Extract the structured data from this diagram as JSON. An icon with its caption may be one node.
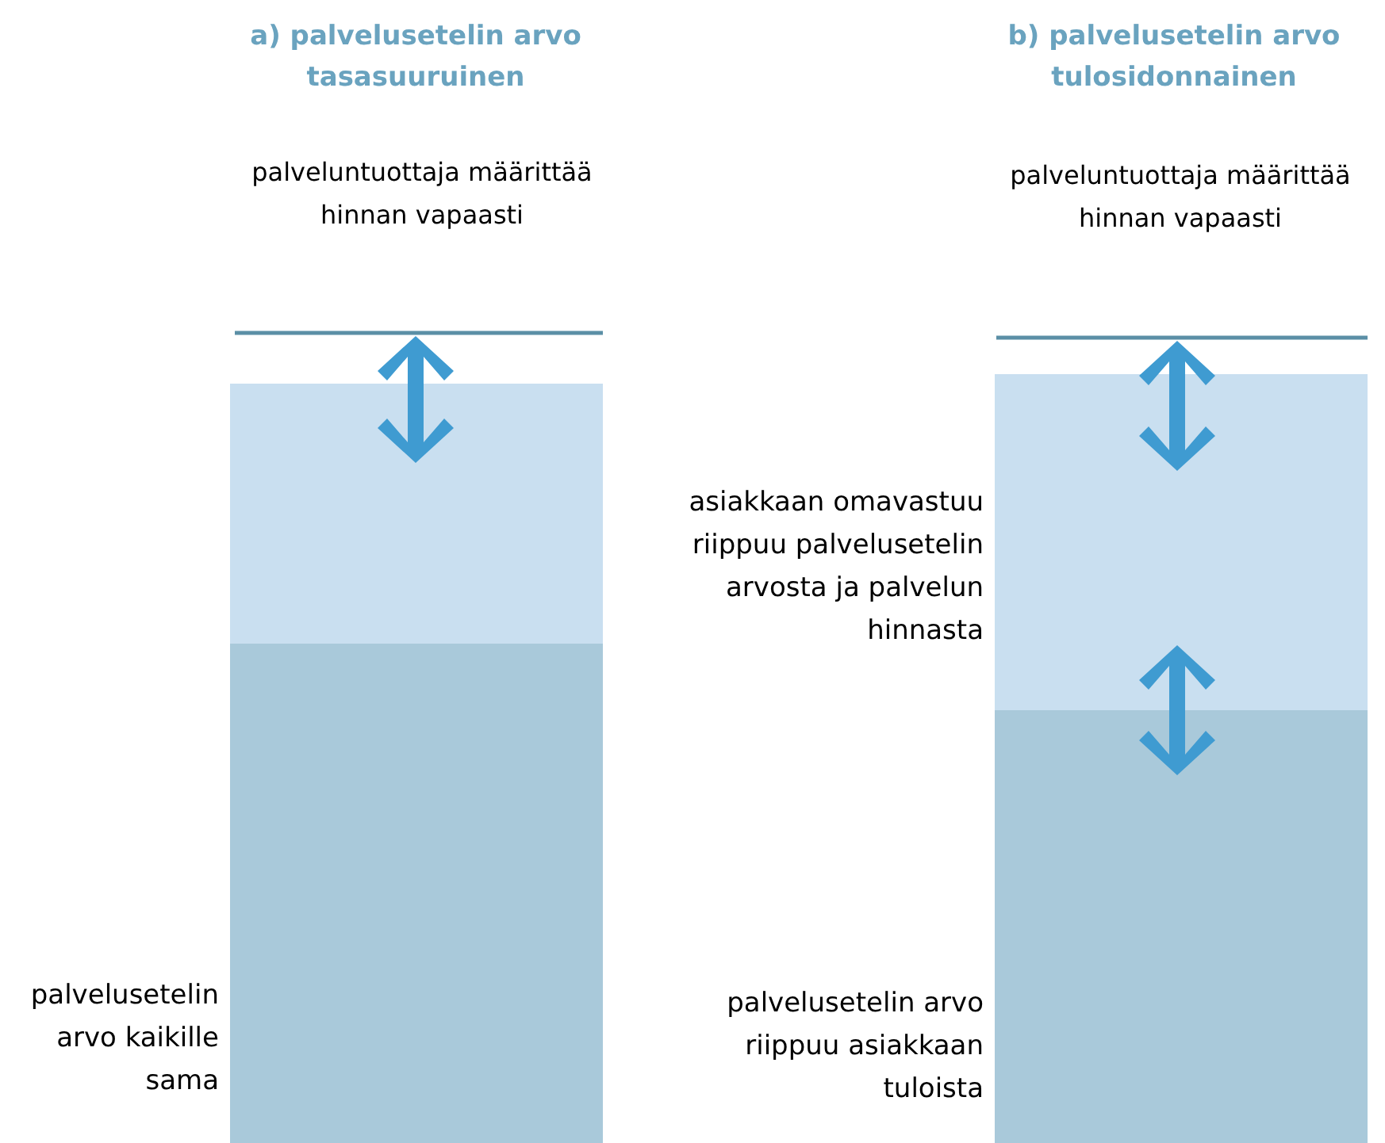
{
  "diagram": {
    "nodes": [
      {
        "text": [],
        "shape": "box"
      },
      {
        "text": [],
        "shape": "box",
        "beside": [
          "palvelusetelin arvo kaikille sama"
        ]
      },
      {
        "text": [],
        "shape": "box",
        "beside": [
          "asiakkaan omavastuu riippuu palvelusetelin arvosta ja palvelun hinnasta"
        ]
      },
      {
        "text": [],
        "shape": "box",
        "beside": [
          "palvelusetelin arvo riippuu asiakkaan tuloista"
        ]
      }
    ],
    "edges": [],
    "labels": [
      "a) palvelusetelin arvo tasasuuruinen",
      "palveluntuottaja määrittää hinnan vapaasti",
      "b) palvelusetelin arvo tulosidonnainen",
      "palveluntuottaja määrittää hinnan vapaasti"
    ]
  }
}
